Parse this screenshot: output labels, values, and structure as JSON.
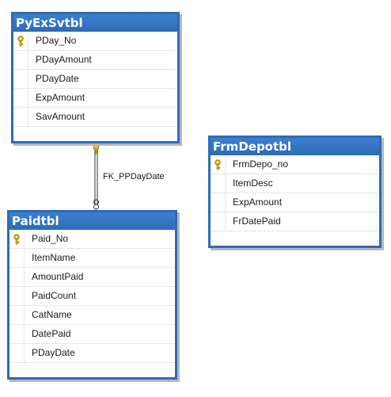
{
  "tables": {
    "pyexsvtbl": {
      "title": "PyExSvtbl",
      "columns": [
        {
          "name": "PDay_No",
          "primary_key": true
        },
        {
          "name": "PDayAmount",
          "primary_key": false
        },
        {
          "name": "PDayDate",
          "primary_key": false
        },
        {
          "name": "ExpAmount",
          "primary_key": false
        },
        {
          "name": "SavAmount",
          "primary_key": false
        }
      ]
    },
    "paidtbl": {
      "title": "Paidtbl",
      "columns": [
        {
          "name": "Paid_No",
          "primary_key": true
        },
        {
          "name": "ItemName",
          "primary_key": false
        },
        {
          "name": "AmountPaid",
          "primary_key": false
        },
        {
          "name": "PaidCount",
          "primary_key": false
        },
        {
          "name": "CatName",
          "primary_key": false
        },
        {
          "name": "DatePaid",
          "primary_key": false
        },
        {
          "name": "PDayDate",
          "primary_key": false
        }
      ]
    },
    "frmdepotbl": {
      "title": "FrmDepotbl",
      "columns": [
        {
          "name": "FrmDepo_no",
          "primary_key": true
        },
        {
          "name": "ItemDesc",
          "primary_key": false
        },
        {
          "name": "ExpAmount",
          "primary_key": false
        },
        {
          "name": "FrDatePaid",
          "primary_key": false
        }
      ]
    }
  },
  "relationship": {
    "label": "FK_PPDayDate",
    "from_table": "PyExSvtbl",
    "to_table": "Paidtbl"
  },
  "colors": {
    "header_blue": "#2f6bb5",
    "key_yellow": "#f2c300"
  },
  "icons": {
    "primary_key": "key-icon"
  }
}
